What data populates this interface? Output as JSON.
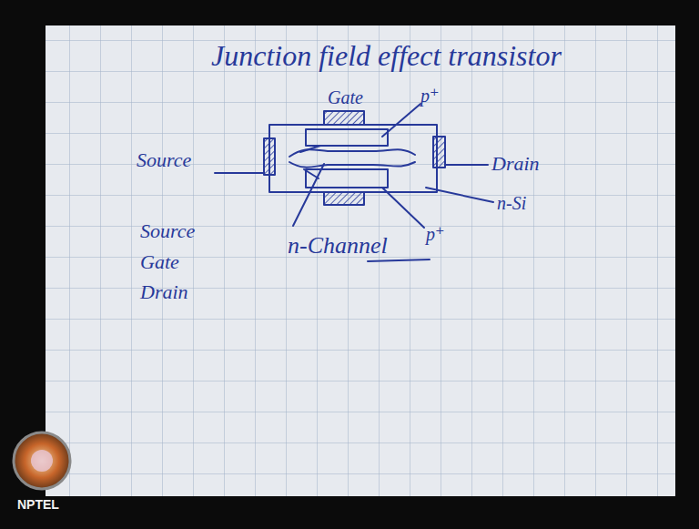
{
  "diagram": {
    "title": "Junction field effect transistor",
    "labels": [
      "Gate",
      "p⁺",
      "Source",
      "Drain",
      "n-Si",
      "p⁺",
      "n-Channel",
      "Source",
      "Gate",
      "Drain",
      "NPTEL"
    ]
  }
}
